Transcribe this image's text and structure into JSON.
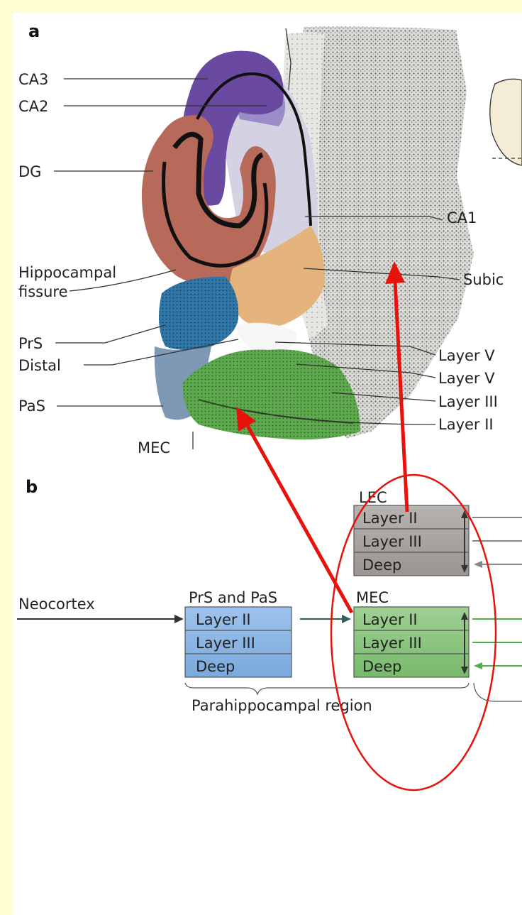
{
  "panel_a": {
    "letter": "a",
    "labels_left": {
      "ca3": "CA3",
      "ca2": "CA2",
      "dg": "DG",
      "hippocampal_fissure_1": "Hippocampal",
      "hippocampal_fissure_2": "fissure",
      "prs": "PrS",
      "distal": "Distal",
      "pas": "PaS",
      "mec": "MEC"
    },
    "labels_right": {
      "ca1": "CA1",
      "subiculum": "Subic",
      "layer_vi": "Layer V",
      "layer_v": "Layer V",
      "layer_iii": "Layer III",
      "layer_ii": "Layer II"
    }
  },
  "panel_b": {
    "letter": "b",
    "neocortex": "Neocortex",
    "lec": {
      "title": "LEC",
      "rows": [
        "Layer II",
        "Layer III",
        "Deep"
      ]
    },
    "prs_pas": {
      "title": "PrS and PaS",
      "rows": [
        "Layer II",
        "Layer III",
        "Deep"
      ]
    },
    "mec": {
      "title": "MEC",
      "rows": [
        "Layer II",
        "Layer III",
        "Deep"
      ]
    },
    "region_label": "Parahippocampal region"
  },
  "colors": {
    "background": "#fdfdd0",
    "annotation_red": "#e8120c",
    "lec_box": "#a9a4a1",
    "prs_box": "#8cb6e3",
    "mec_box": "#8cc583",
    "ca3": "#6a4aa0",
    "dg": "#b86a5a",
    "subiculum": "#e4b47c",
    "prs_region": "#2c6f9e",
    "mec_region": "#58a448"
  }
}
